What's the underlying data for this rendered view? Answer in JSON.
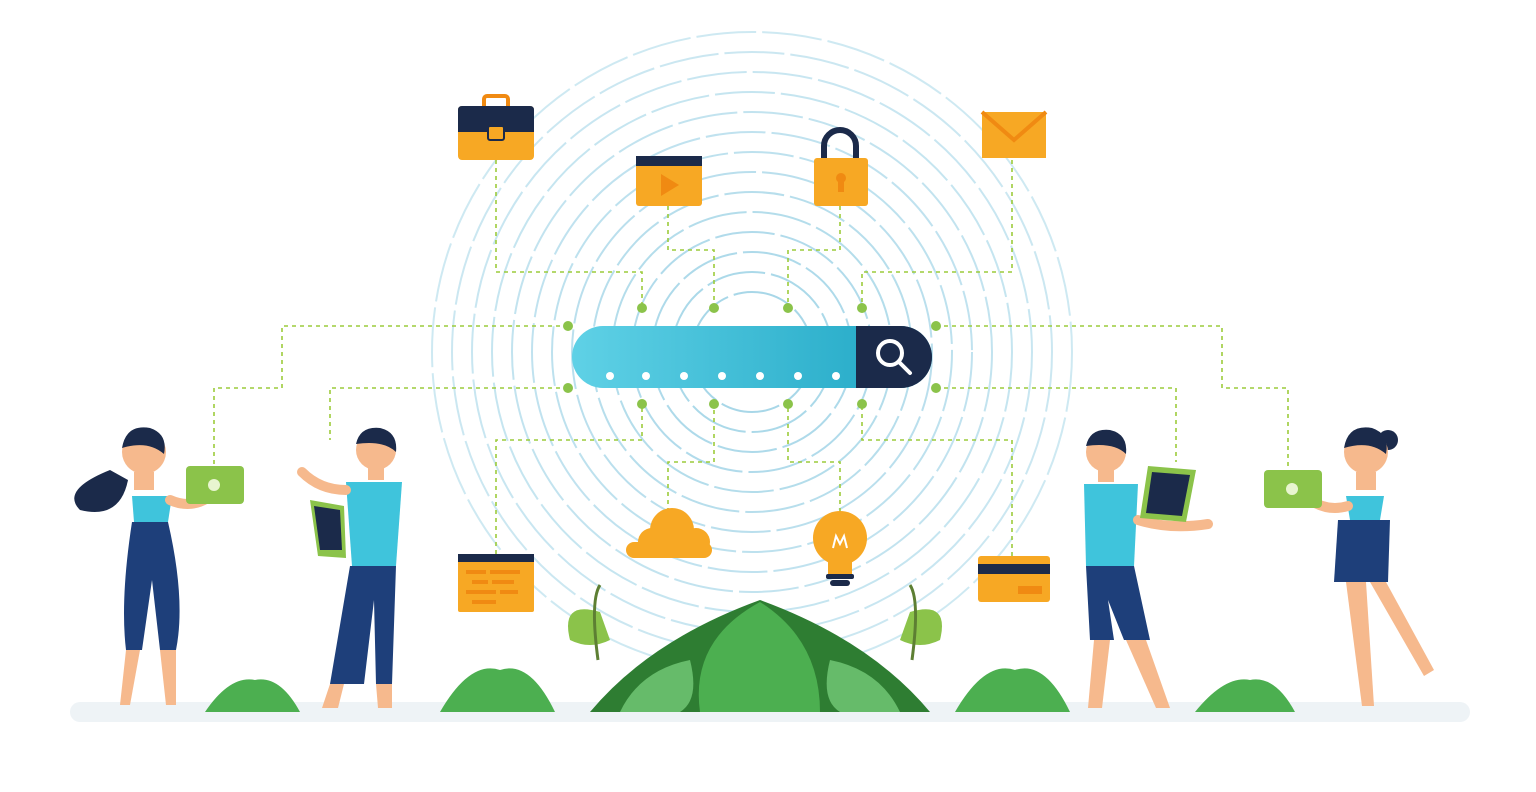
{
  "scene": {
    "subject": "search-network-illustration",
    "search_bar": {
      "masked_query": "•••••••",
      "dot_count": 7
    },
    "icons": [
      "briefcase-icon",
      "video-icon",
      "lock-icon",
      "mail-icon",
      "code-window-icon",
      "cloud-icon",
      "lightbulb-icon",
      "credit-card-icon",
      "search-icon"
    ],
    "people": [
      "woman-with-laptop",
      "man-with-tablet",
      "man-with-tablet",
      "woman-with-laptop"
    ],
    "colors": {
      "background": "#ffffff",
      "ring": "#9fd3e6",
      "search_bar": "#3fc4dc",
      "search_bar_dark": "#1fa6c4",
      "search_button": "#1b2a4a",
      "connector": "#9ccb3b",
      "node": "#8bc34a",
      "icon_orange": "#f7a824",
      "icon_orange_dark": "#f08a12",
      "icon_navy": "#1b2a4a",
      "skin": "#f6b98d",
      "hair": "#1b2a4a",
      "shirt": "#3fc4dc",
      "pants": "#1e3f7a",
      "device_green": "#8bc34a",
      "leaf": "#4caf50",
      "leaf_light": "#8bc34a",
      "ground": "#eef3f6"
    }
  }
}
